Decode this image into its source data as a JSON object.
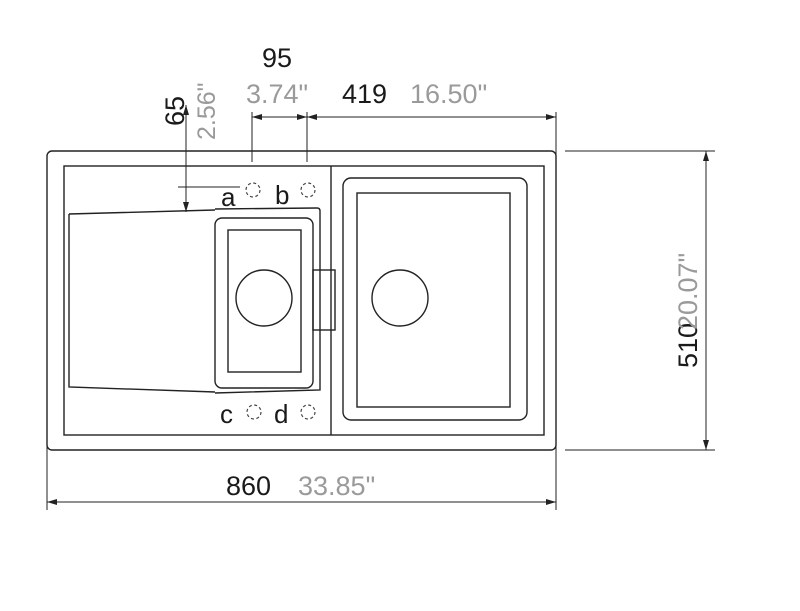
{
  "dimensions": {
    "width": {
      "mm": "860",
      "inch": "33.85\""
    },
    "depth": {
      "mm": "510",
      "inch": "20.07\""
    },
    "bowl_width": {
      "mm": "419",
      "inch": "16.50\""
    },
    "tap_hole_spacing": {
      "mm": "95",
      "inch": "3.74\""
    },
    "tap_hole_offset": {
      "mm": "65",
      "inch": "2.56\""
    }
  },
  "tap_holes": [
    "a",
    "b",
    "c",
    "d"
  ]
}
